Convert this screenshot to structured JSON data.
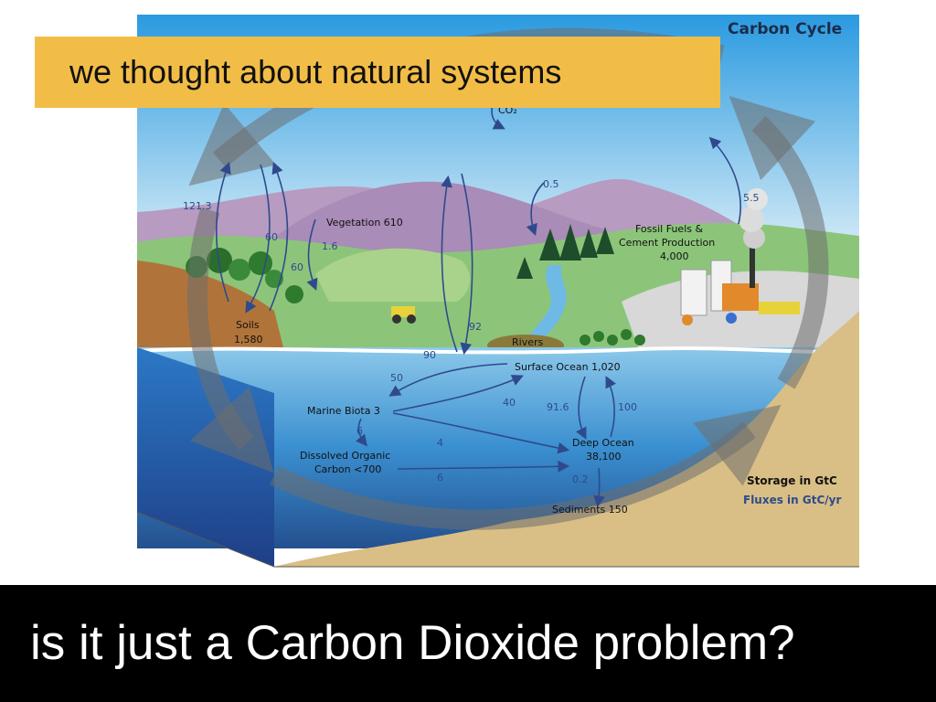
{
  "slide": {
    "callout_text": "we thought about natural systems",
    "bottom_caption": "is it just a Carbon Dioxide problem?"
  },
  "diagram": {
    "title": "Carbon Cycle",
    "co2_label": "CO₂",
    "vegetation": "Vegetation 610",
    "soils_name": "Soils",
    "soils_value": "1,580",
    "fossil_line1": "Fossil Fuels &",
    "fossil_line2": "Cement Production",
    "fossil_line3": "4,000",
    "rivers": "Rivers",
    "surface_ocean": "Surface Ocean 1,020",
    "marine_biota": "Marine Biota 3",
    "doc_line1": "Dissolved Organic",
    "doc_line2": "Carbon <700",
    "deep_ocean_line1": "Deep Ocean",
    "deep_ocean_line2": "38,100",
    "sediments": "Sediments 150",
    "legend_storage": "Storage in GtC",
    "legend_fluxes": "Fluxes in GtC/yr",
    "fluxes": {
      "f121_3": "121.3",
      "f60a": "60",
      "f60b": "60",
      "f1_6": "1.6",
      "f0_5": "0.5",
      "f5_5": "5.5",
      "f92": "92",
      "f90": "90",
      "f50": "50",
      "f40": "40",
      "f91_6": "91.6",
      "f100": "100",
      "f6a": "6",
      "f4": "4",
      "f6b": "6",
      "f0_2": "0.2"
    }
  }
}
